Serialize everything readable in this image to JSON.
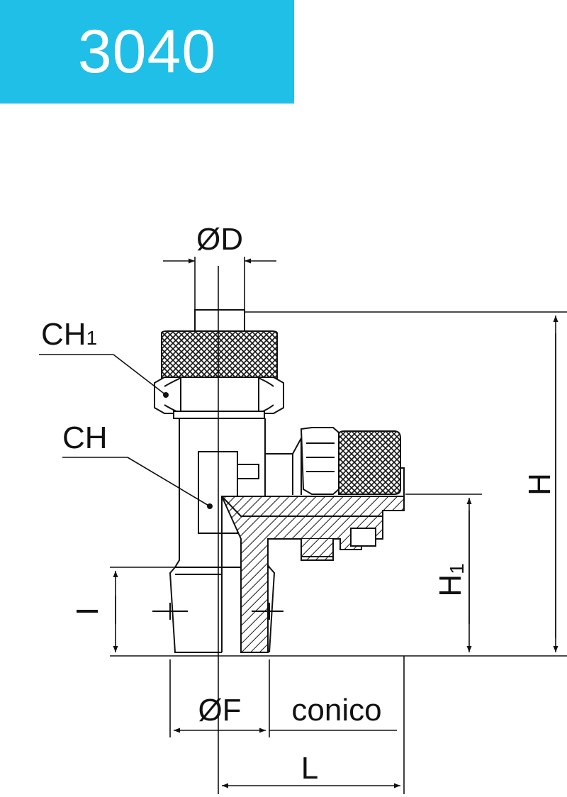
{
  "header": {
    "code": "3040",
    "accent_color": "#1fbfe8"
  },
  "labels": {
    "diameter_d": "ØD",
    "ch1_main": "CH",
    "ch1_sub": "1",
    "ch": "CH",
    "h": "H",
    "h1_main": "H",
    "h1_sub": "1",
    "i": "I",
    "diameter_f": "ØF",
    "conico": "conico",
    "l": "L"
  },
  "colors": {
    "line": "#111111",
    "background": "#ffffff"
  }
}
